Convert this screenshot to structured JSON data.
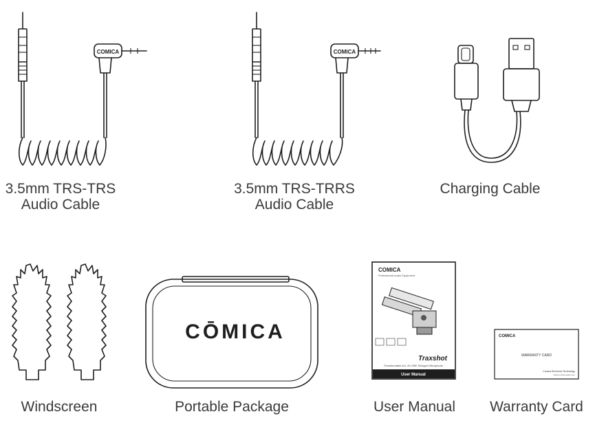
{
  "items": [
    {
      "label_line1": "3.5mm TRS-TRS",
      "label_line2": "Audio Cable"
    },
    {
      "label_line1": "3.5mm TRS-TRRS",
      "label_line2": "Audio Cable"
    },
    {
      "label": "Charging Cable"
    },
    {
      "label": "Windscreen"
    },
    {
      "label": "Portable Package"
    },
    {
      "label": "User Manual"
    },
    {
      "label": "Warranty Card"
    }
  ],
  "brand": {
    "plug_logo": "COMICA",
    "case_logo": "CŌMICA",
    "manual_logo": "COMICA",
    "card_logo": "COMICA"
  },
  "manual": {
    "tagline": "Professional Audio Equipment",
    "product": "Traxshot",
    "subtitle": "Transformable ALL IN ONE Shotgun Microphone",
    "footer": "User Manual"
  },
  "card": {
    "title": "WARRANTY CARD",
    "company": "Comica Electronic Technology",
    "company_line2": "www.comica-audio.com"
  },
  "icons": [
    "trs-cable-icon",
    "trrs-cable-icon",
    "usb-charging-cable-icon",
    "windscreen-icon",
    "carrying-case-icon",
    "user-manual-icon",
    "warranty-card-icon"
  ]
}
